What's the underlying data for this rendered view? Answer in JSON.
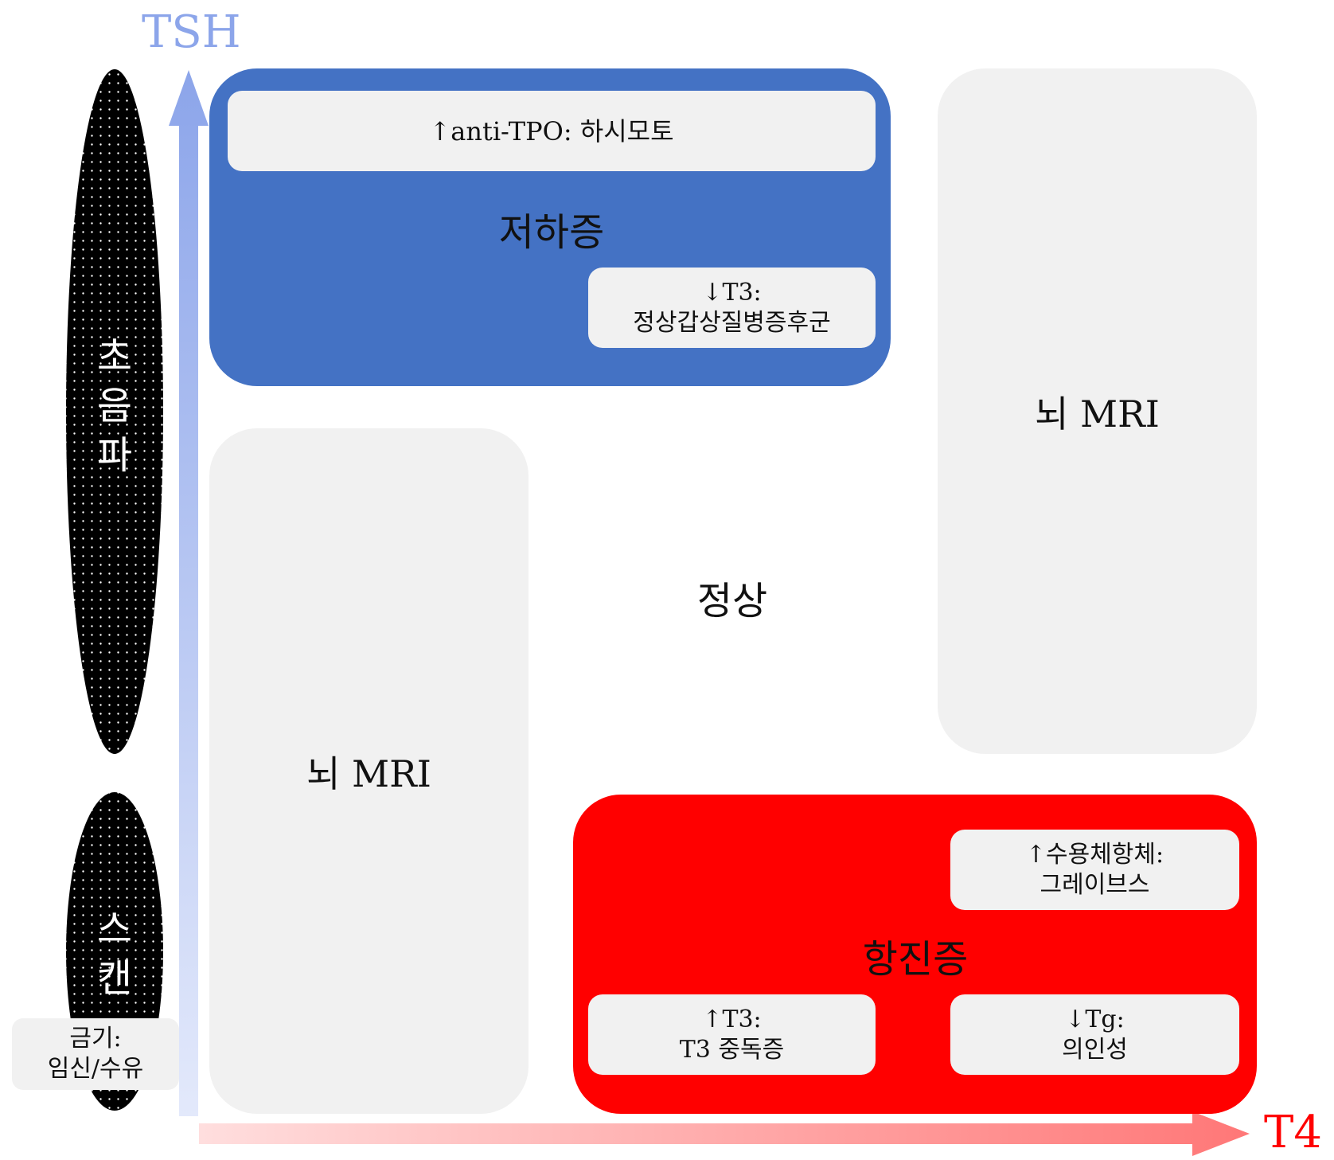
{
  "axes": {
    "y_label": "TSH",
    "x_label": "T4"
  },
  "side_methods": {
    "ultrasound_chars": [
      "초",
      "음",
      "파"
    ],
    "scan_chars": [
      "스",
      "캔"
    ],
    "contraindication": [
      "금기:",
      "임신/수유"
    ]
  },
  "hypothyroid": {
    "title": "저하증",
    "top_note": "↑anti-TPO: 하시모토",
    "t3_note": [
      "↓T3:",
      "정상갑상질병증후군"
    ]
  },
  "normal": {
    "title": "정상"
  },
  "brain_mri": {
    "left": "뇌 MRI",
    "right": "뇌 MRI"
  },
  "hyperthyroid": {
    "title": "항진증",
    "receptor_note": [
      "↑수용체항체:",
      "그레이브스"
    ],
    "t3_note": [
      "↑T3:",
      "T3 중독증"
    ],
    "tg_note": [
      "↓Tg:",
      "의인성"
    ]
  },
  "colors": {
    "hypo_fill": "#4472c4",
    "hyper_fill": "#ff0000",
    "tsh_axis": "#8ca5ea",
    "t4_axis": "#ff0000",
    "pill_fill": "#000000",
    "box_fill": "#f1f1f1"
  }
}
